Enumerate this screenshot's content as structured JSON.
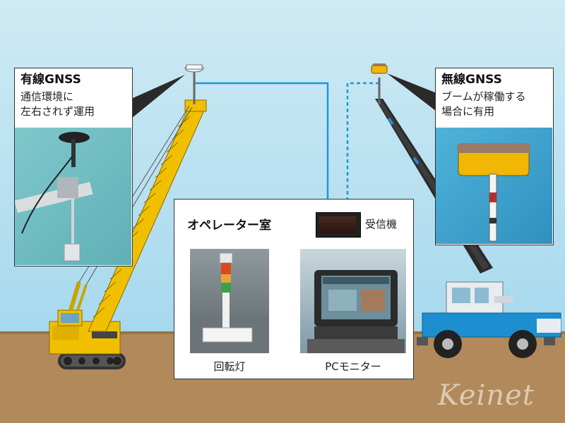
{
  "wired": {
    "title": "有線GNSS",
    "description_line1": "通信環境に",
    "description_line2": "左右されず運用"
  },
  "wireless": {
    "title": "無線GNSS",
    "description_line1": "ブームが稼働する",
    "description_line2": "場合に有用"
  },
  "operator_room": {
    "title": "オペレーター室",
    "receiver_label": "受信機",
    "beacon_label": "回転灯",
    "monitor_label": "PCモニター"
  },
  "brand": {
    "watermark": "Keinet"
  },
  "colors": {
    "cable": "#1a9ad6",
    "crane_yellow": "#f0c000",
    "truck_blue": "#1d8fd0",
    "ground": "#b2895a",
    "sky": "#a7d9ee"
  }
}
